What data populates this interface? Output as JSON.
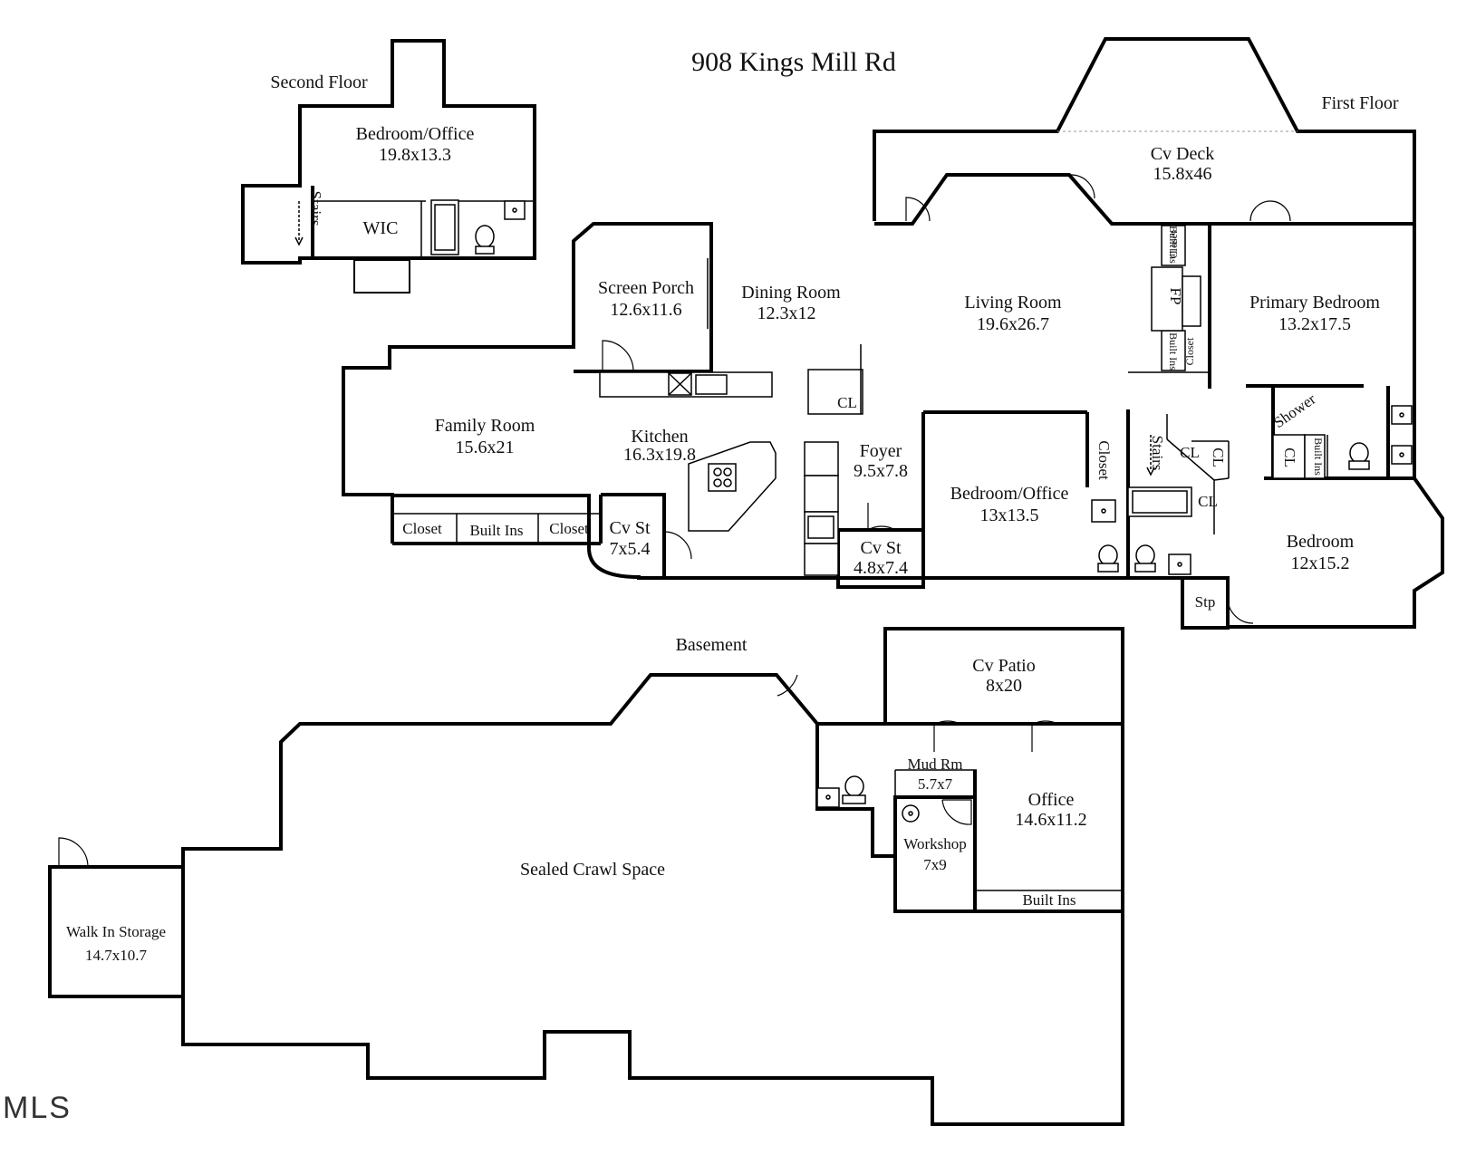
{
  "title": "908 Kings Mill Rd",
  "watermark": "MLS",
  "floors": {
    "second": "Second Floor",
    "first": "First Floor",
    "basement": "Basement"
  },
  "rooms": {
    "second_bedroom_office": {
      "name": "Bedroom/Office",
      "dim": "19.8x13.3"
    },
    "second_wic": {
      "name": "WIC"
    },
    "second_stairs": {
      "name": "Stairs"
    },
    "cv_deck": {
      "name": "Cv Deck",
      "dim": "15.8x46"
    },
    "screen_porch": {
      "name": "Screen Porch",
      "dim": "12.6x11.6"
    },
    "dining_room": {
      "name": "Dining Room",
      "dim": "12.3x12"
    },
    "living_room": {
      "name": "Living Room",
      "dim": "19.6x26.7"
    },
    "primary_bedroom": {
      "name": "Primary Bedroom",
      "dim": "13.2x17.5"
    },
    "family_room": {
      "name": "Family Room",
      "dim": "15.6x21"
    },
    "kitchen": {
      "name": "Kitchen",
      "dim": "16.3x19.8"
    },
    "foyer": {
      "name": "Foyer",
      "dim": "9.5x7.8"
    },
    "bedroom_office_first": {
      "name": "Bedroom/Office",
      "dim": "13x13.5"
    },
    "bedroom_first": {
      "name": "Bedroom",
      "dim": "12x15.2"
    },
    "cv_st_kitchen": {
      "name": "Cv St",
      "dim": "7x5.4"
    },
    "cv_st_foyer": {
      "name": "Cv St",
      "dim": "4.8x7.4"
    },
    "cv_patio": {
      "name": "Cv Patio",
      "dim": "8x20"
    },
    "mud_rm": {
      "name": "Mud Rm",
      "dim": "5.7x7"
    },
    "office": {
      "name": "Office",
      "dim": "14.6x11.2"
    },
    "workshop": {
      "name": "Workshop",
      "dim": "7x9"
    },
    "sealed_crawl": {
      "name": "Sealed Crawl Space"
    },
    "walk_in_storage": {
      "name": "Walk In Storage",
      "dim": "14.7x10.7"
    }
  },
  "labels": {
    "closet": "Closet",
    "built_ins": "Built Ins",
    "cl": "CL",
    "fp": "FP",
    "shower": "Shower",
    "stairs": "Stairs",
    "stp": "Stp"
  }
}
